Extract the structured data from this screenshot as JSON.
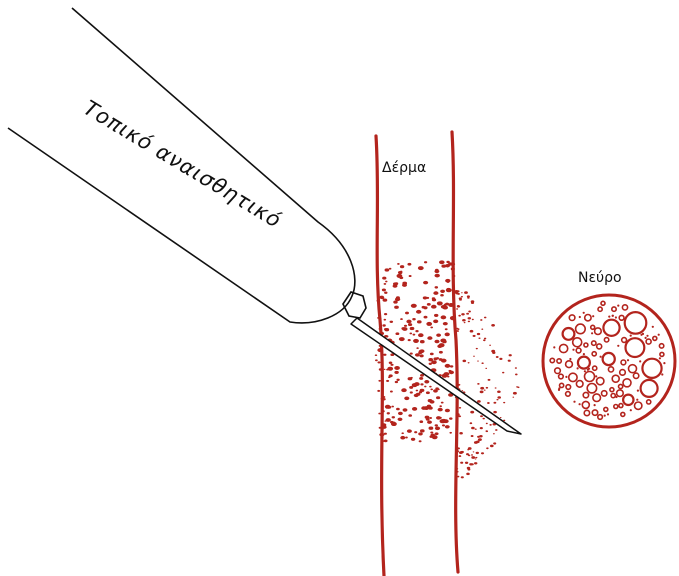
{
  "diagram": {
    "labels": {
      "syringe": "Τοπικό αναισθητικό",
      "skin": "Δέρμα",
      "nerve": "Νεύρο"
    },
    "colors": {
      "ink": "#111111",
      "skin_line": "#b3241d",
      "dots": "#b3241d",
      "background": "#ffffff"
    }
  }
}
